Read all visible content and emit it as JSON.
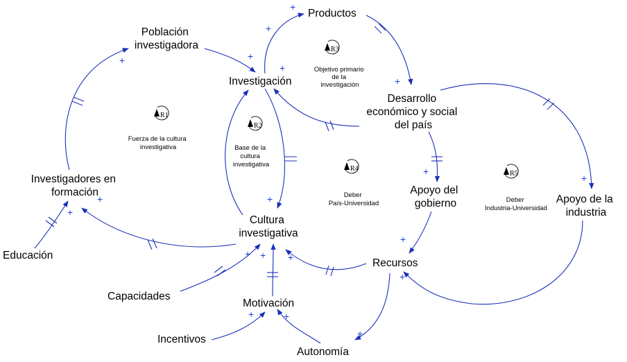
{
  "nodes": {
    "productos": "Productos",
    "poblacion_1": "Población",
    "poblacion_2": "investigadora",
    "investigacion": "Investigación",
    "desarrollo_1": "Desarrollo",
    "desarrollo_2": "económico y social",
    "desarrollo_3": "del país",
    "investigadores_1": "Investigadores en",
    "investigadores_2": "formación",
    "apoyo_gobierno_1": "Apoyo del",
    "apoyo_gobierno_2": "gobierno",
    "apoyo_industria_1": "Apoyo de la",
    "apoyo_industria_2": "industria",
    "cultura_1": "Cultura",
    "cultura_2": "investigativa",
    "educacion": "Educación",
    "recursos": "Recursos",
    "capacidades": "Capacidades",
    "motivacion": "Motivación",
    "incentivos": "Incentivos",
    "autonomia": "Autonomía"
  },
  "loops": {
    "r1": {
      "id": "R1",
      "line1": "Fuerza de la cultura",
      "line2": "investigativa"
    },
    "r2": {
      "id": "R2",
      "line1": "Base de la",
      "line2": "cultura",
      "line3": "investigativa"
    },
    "r3": {
      "id": "R3",
      "line1": "Objetivo primario",
      "line2": "de la",
      "line3": "investigación"
    },
    "r4": {
      "id": "R4",
      "line1": "Deber",
      "line2": "País-Universidad"
    },
    "r5": {
      "id": "R5",
      "line1": "Deber",
      "line2": "Industria-Universidad"
    }
  },
  "polarity": "+",
  "colors": {
    "arrows": "#1a2fb8",
    "plus": "#1f3fd6",
    "text": "#000000"
  }
}
